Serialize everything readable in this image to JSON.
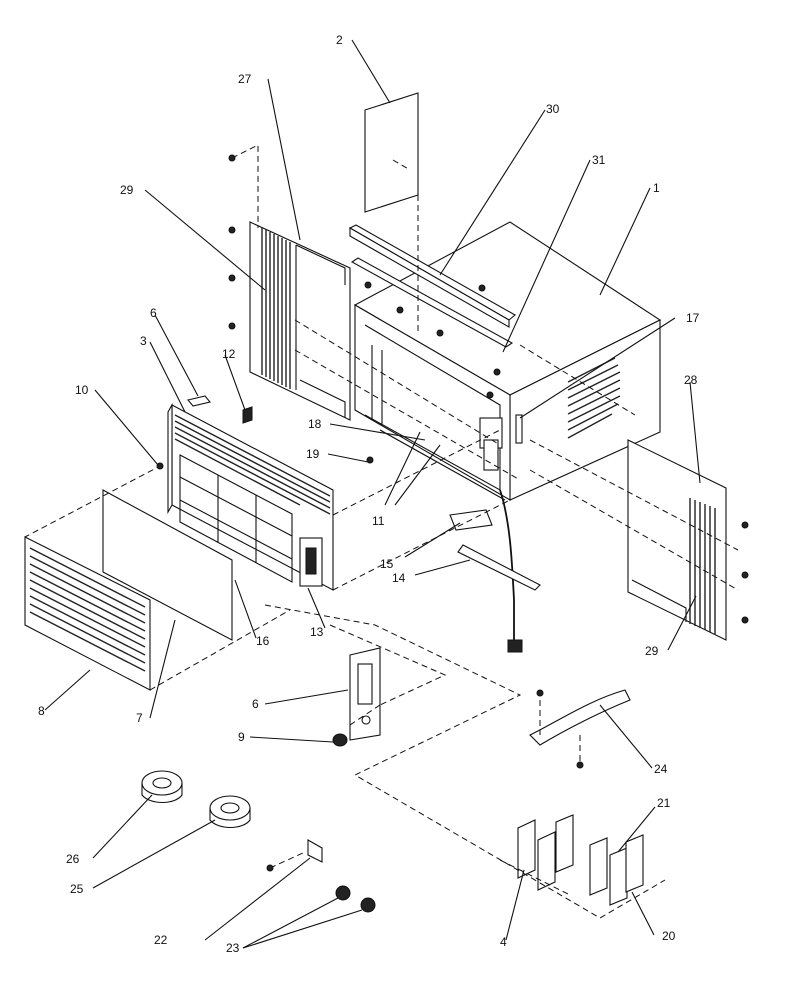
{
  "diagram": {
    "labels": {
      "l1": "1",
      "l2": "2",
      "l3": "3",
      "l4": "4",
      "l6a": "6",
      "l6b": "6",
      "l7": "7",
      "l8": "8",
      "l9": "9",
      "l10": "10",
      "l11": "11",
      "l12": "12",
      "l13": "13",
      "l14": "14",
      "l15": "15",
      "l16": "16",
      "l17": "17",
      "l18": "18",
      "l19": "19",
      "l20": "20",
      "l21": "21",
      "l22": "22",
      "l23": "23",
      "l24": "24",
      "l25": "25",
      "l26": "26",
      "l27": "27",
      "l28": "28",
      "l29a": "29",
      "l29b": "29",
      "l30": "30",
      "l31": "31"
    }
  }
}
